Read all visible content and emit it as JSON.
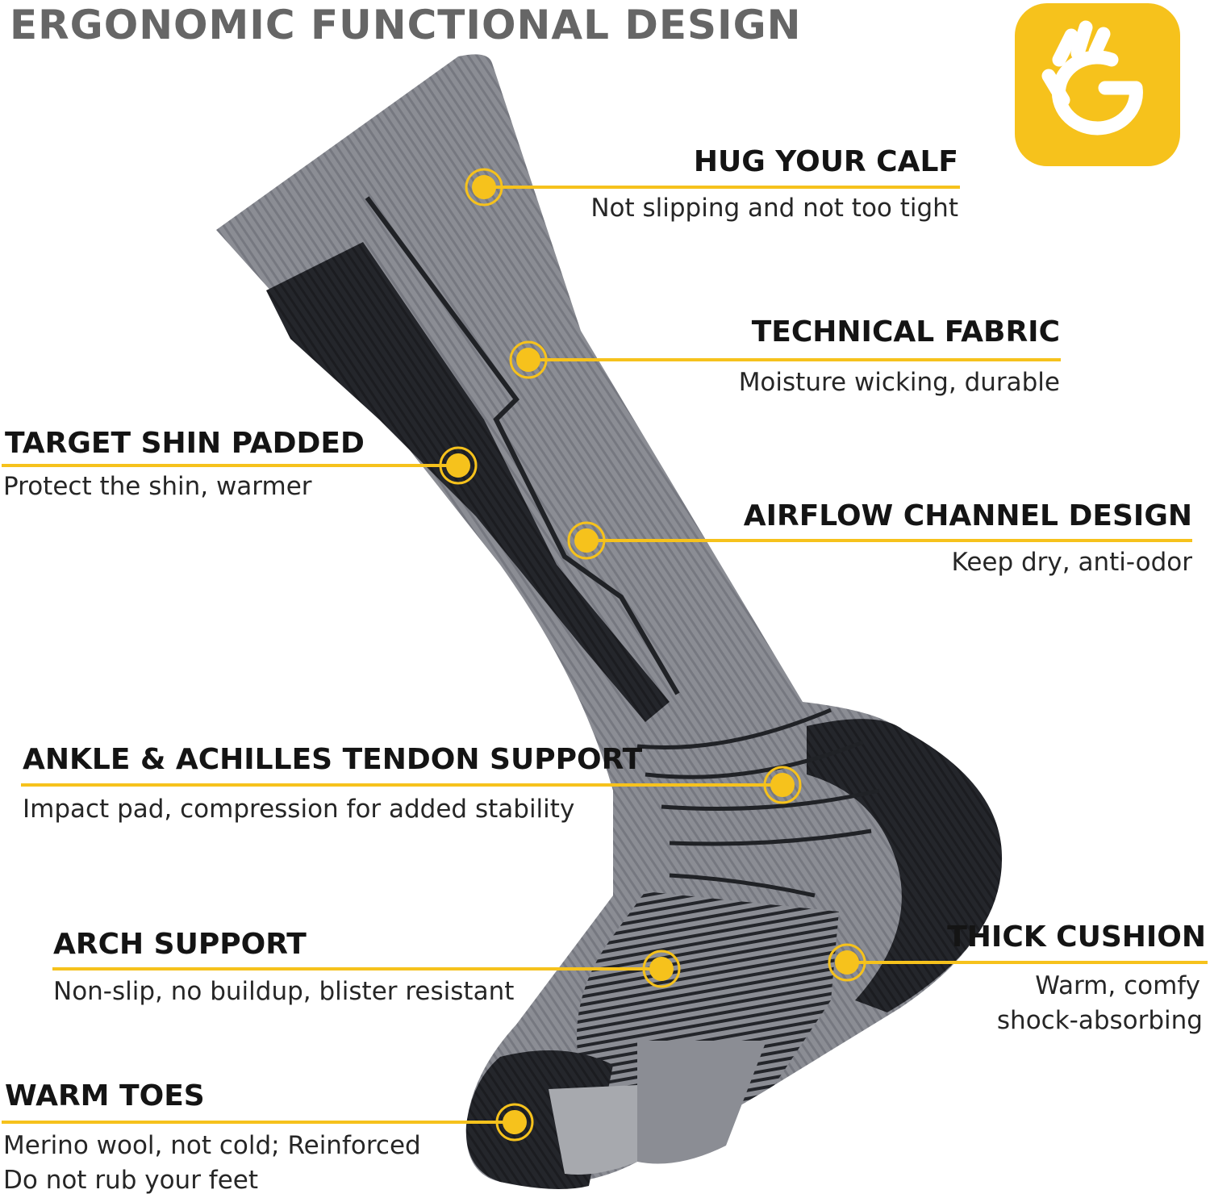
{
  "page": {
    "title": "ERGONOMIC FUNCTIONAL DESIGN"
  },
  "colors": {
    "accent": "#f6c21c",
    "sock_gray": "#8a8c93",
    "sock_dark": "#202226",
    "title_gray": "#666666"
  },
  "logo": {
    "icon": "ok-hand-g-icon"
  },
  "features": [
    {
      "id": "hug-your-calf",
      "title": "HUG YOUR CALF",
      "desc": [
        "Not slipping and not too tight"
      ]
    },
    {
      "id": "technical-fabric",
      "title": "TECHNICAL FABRIC",
      "desc": [
        "Moisture wicking, durable"
      ]
    },
    {
      "id": "target-shin-padded",
      "title": "TARGET SHIN PADDED",
      "desc": [
        "Protect the shin, warmer"
      ]
    },
    {
      "id": "airflow-channel-design",
      "title": "AIRFLOW CHANNEL DESIGN",
      "desc": [
        "Keep dry, anti-odor"
      ]
    },
    {
      "id": "ankle-achilles-support",
      "title": "ANKLE & ACHILLES TENDON SUPPORT",
      "desc": [
        "Impact pad, compression for added stability"
      ]
    },
    {
      "id": "arch-support",
      "title": "ARCH SUPPORT",
      "desc": [
        "Non-slip, no buildup, blister resistant"
      ]
    },
    {
      "id": "thick-cushion",
      "title": "THICK CUSHION",
      "desc": [
        "Warm, comfy",
        "shock-absorbing"
      ]
    },
    {
      "id": "warm-toes",
      "title": "WARM TOES",
      "desc": [
        "Merino wool, not cold; Reinforced",
        "Do not rub your feet"
      ]
    }
  ]
}
